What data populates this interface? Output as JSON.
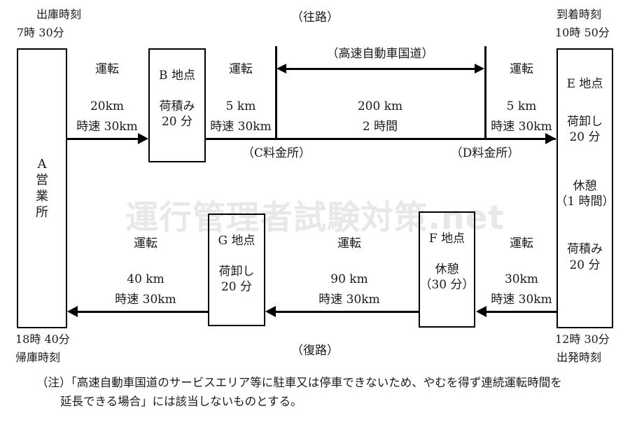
{
  "diagram": {
    "title_outbound": "（往路）",
    "title_inbound": "（復路）",
    "highway_label": "（高速自動車国道）",
    "watermark": "運行管理者試験対策.net"
  },
  "depot": {
    "depart_label": "出庫時刻",
    "depart_time": "7時 30分",
    "name_chars": [
      "A",
      "営",
      "業",
      "所"
    ],
    "return_time": "18時 40分",
    "return_label": "帰庫時刻"
  },
  "point_e": {
    "arrive_label": "到着時刻",
    "arrive_time": "10時 50分",
    "name": "E 地点",
    "unload_title": "荷卸し",
    "unload_time": "20 分",
    "rest_title": "休憩",
    "rest_time": "（1 時間）",
    "load_title": "荷積み",
    "load_time": "20 分",
    "depart_time": "12時 30分",
    "depart_label": "出発時刻"
  },
  "point_b": {
    "name": "B 地点",
    "action": "荷積み",
    "duration": "20 分"
  },
  "point_g": {
    "name": "G 地点",
    "action": "荷卸し",
    "duration": "20 分"
  },
  "point_f": {
    "name": "F 地点",
    "action": "休憩",
    "duration": "（30 分）"
  },
  "tolls": {
    "c": "（C料金所）",
    "d": "（D料金所）"
  },
  "outbound_legs": [
    {
      "mode": "運転",
      "distance": "20km",
      "speed": "時速 30km"
    },
    {
      "mode": "運転",
      "distance": "5 km",
      "speed": "時速 30km"
    },
    {
      "distance": "200 km",
      "time": "2 時間"
    },
    {
      "mode": "運転",
      "distance": "5 km",
      "speed": "時速 30km"
    }
  ],
  "inbound_legs": [
    {
      "mode": "運転",
      "distance": "30km",
      "speed": "時速 30km"
    },
    {
      "mode": "運転",
      "distance": "90 km",
      "speed": "時速 30km"
    },
    {
      "mode": "運転",
      "distance": "40 km",
      "speed": "時速 30km"
    }
  ],
  "note": {
    "line1": "（注）「高速自動車国道のサービスエリア等に駐車又は停車できないため、やむを得ず連続運転時間を",
    "line2": "延長できる場合」には該当しないものとする。"
  }
}
